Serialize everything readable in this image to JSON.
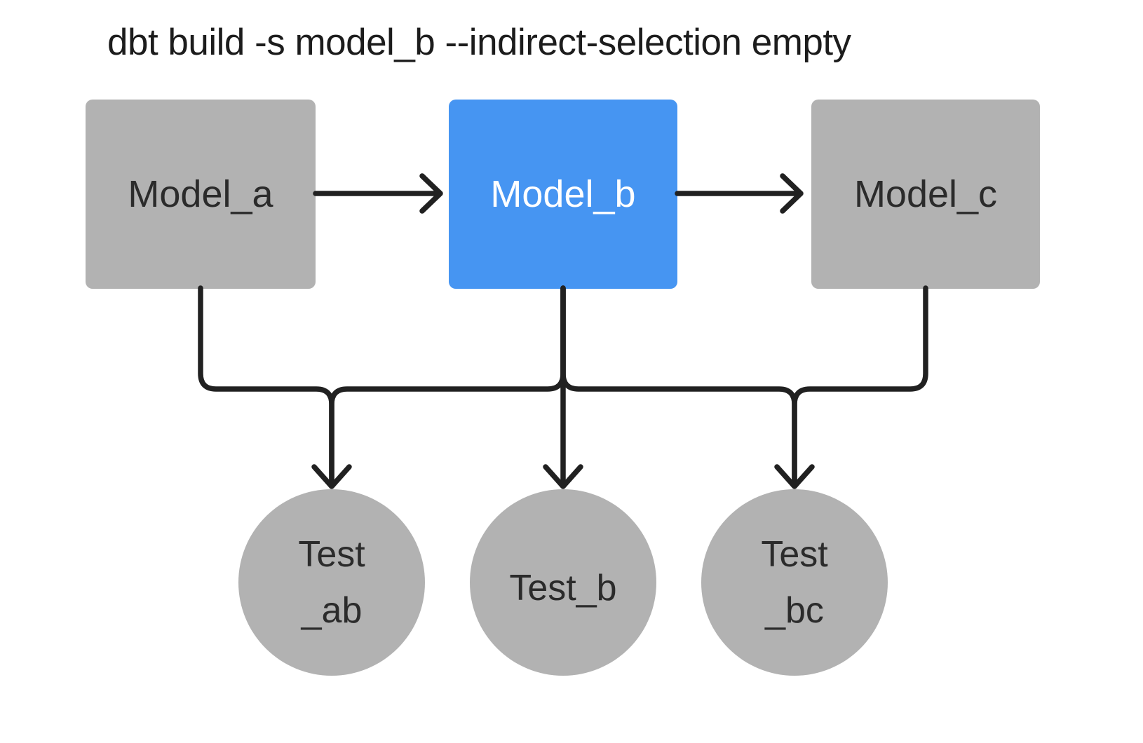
{
  "title": "dbt build -s model_b --indirect-selection empty",
  "colors": {
    "background": "#ffffff",
    "node-gray": "#b2b2b2",
    "accent-blue": "#4695f2",
    "edge-dark": "#212121",
    "title-color": "#1c1c1c",
    "label-dark": "#2b2b2b",
    "selected-label": "#ffffff"
  },
  "diagram": {
    "type": "dag",
    "models": [
      {
        "id": "model_a",
        "label": "Model_a",
        "selected": false
      },
      {
        "id": "model_b",
        "label": "Model_b",
        "selected": true
      },
      {
        "id": "model_c",
        "label": "Model_c",
        "selected": false
      }
    ],
    "tests": [
      {
        "id": "test_ab",
        "line1": "Test",
        "line2": "_ab",
        "attached_to": [
          "model_a",
          "model_b"
        ]
      },
      {
        "id": "test_b",
        "line1": "Test_b",
        "line2": "",
        "attached_to": [
          "model_b"
        ]
      },
      {
        "id": "test_bc",
        "line1": "Test",
        "line2": "_bc",
        "attached_to": [
          "model_b",
          "model_c"
        ]
      }
    ],
    "model_edges": [
      {
        "from": "model_a",
        "to": "model_b"
      },
      {
        "from": "model_b",
        "to": "model_c"
      }
    ]
  }
}
